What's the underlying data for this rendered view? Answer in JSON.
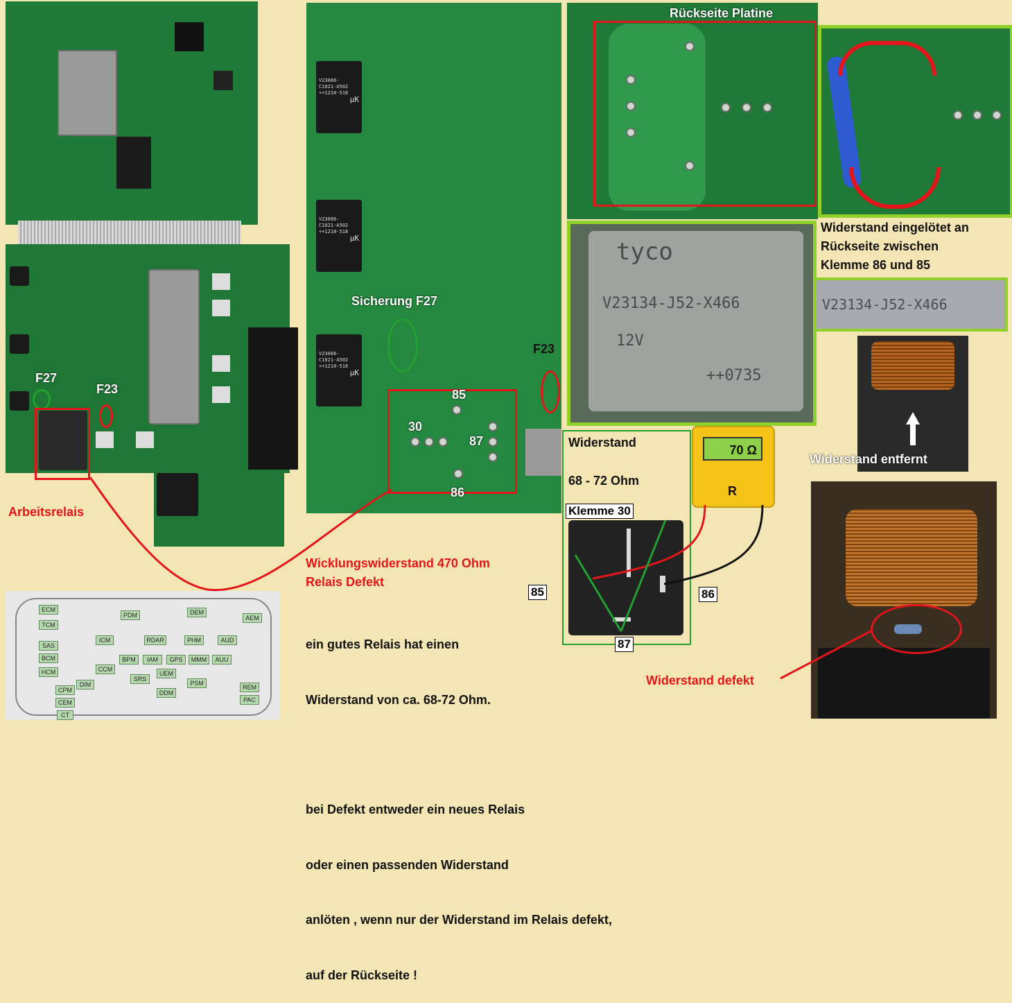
{
  "labels": {
    "rueckseite": "Rückseite Platine",
    "eingeloetet": [
      "Widerstand eingelötet an",
      "Rückseite zwischen",
      "Klemme 86 und 85"
    ],
    "f27_left": "F27",
    "f23_left": "F23",
    "arbeitsrelais": "Arbeitsrelais",
    "sicherung": "Sicherung F27",
    "f23_mid": "F23",
    "pin85": "85",
    "pin30": "30",
    "pin87": "87",
    "pin86": "86",
    "widerstand_entfernt": "Widerstand entfernt",
    "widerstand_defekt": "Widerstand defekt",
    "wicklung1": "Wicklungswiderstand 470 Ohm",
    "wicklung2": "Relais Defekt",
    "box_widerstand": "Widerstand",
    "box_range": "68 - 72 Ohm",
    "klemme30": "Klemme 30",
    "box85": "85",
    "box86": "86",
    "box87": "87",
    "meter_value": "70 Ω",
    "meter_mode": "R"
  },
  "body_text": [
    "ein gutes Relais hat einen",
    "Widerstand von ca. 68-72 Ohm.",
    "",
    "bei Defekt entweder ein neues Relais",
    "oder einen passenden Widerstand",
    "anlöten , wenn nur der Widerstand im Relais defekt,",
    "auf der Rückseite !"
  ],
  "relay_print": {
    "line1": "V23086-",
    "line2": "C1021-A502",
    "line3": "++1210-518",
    "brand": "μK"
  },
  "closeup_print": {
    "brand": "tyco",
    "line1": "V23134-J52-X466",
    "line2": "12V",
    "line3": "++0735"
  },
  "diagram_nodes": [
    "ECM",
    "TCM",
    "SAS",
    "BCM",
    "HCM",
    "CPM",
    "CEM",
    "CT",
    "DIM",
    "PDM",
    "DEM",
    "AEM",
    "ICM",
    "RDAR",
    "PHM",
    "AUD",
    "BPM",
    "IAM",
    "GPS",
    "MMM",
    "AUU",
    "CCM",
    "SRS",
    "UEM",
    "PSM",
    "REM",
    "PAC",
    "DDM"
  ],
  "colors": {
    "background": "#f3e6b4",
    "pcb": "#1f7a3a",
    "accent_red": "#e3151a",
    "accent_green": "#8fd12a",
    "meter_yellow": "#f5c418"
  }
}
